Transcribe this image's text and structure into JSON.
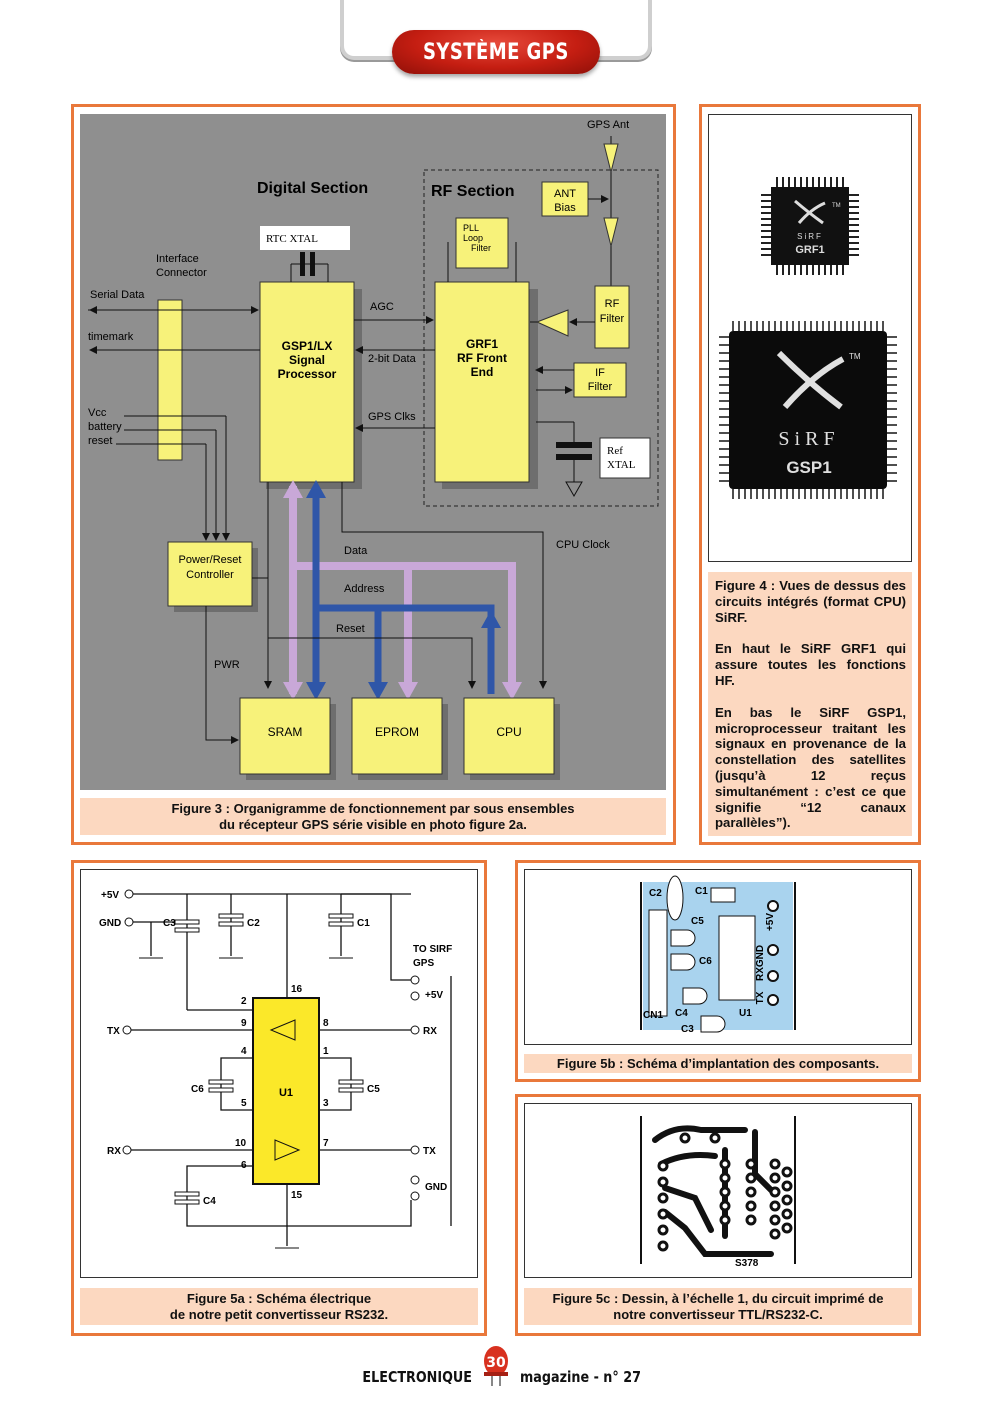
{
  "header": {
    "title": "SYSTÈME GPS"
  },
  "fig3": {
    "caption_line1": "Figure 3 : Organigramme de fonctionnement par sous ensembles",
    "caption_line2": "du récepteur GPS série visible en photo figure 2a.",
    "labels": {
      "digital_section": "Digital Section",
      "rf_section": "RF Section",
      "gps_ant": "GPS Ant",
      "ant_bias_1": "ANT",
      "ant_bias_2": "Bias",
      "rtc_xtal": "RTC XTAL",
      "pll_1": "PLL",
      "pll_2": "Loop",
      "pll_3": "Filter",
      "interface_1": "Interface",
      "interface_2": "Connector",
      "serial_data": "Serial Data",
      "timemark": "timemark",
      "vcc": "Vcc",
      "battery": "battery",
      "reset_in": "reset",
      "gsp_1": "GSP1/LX",
      "gsp_2": "Signal",
      "gsp_3": "Processor",
      "agc": "AGC",
      "two_bit": "2-bit Data",
      "gps_clks": "GPS Clks",
      "grf_1": "GRF1",
      "grf_2": "RF Front",
      "grf_3": "End",
      "rf_filter_1": "RF",
      "rf_filter_2": "Filter",
      "if_filter_1": "IF",
      "if_filter_2": "Filter",
      "ref_1": "Ref",
      "ref_2": "XTAL",
      "prc_1": "Power/Reset",
      "prc_2": "Controller",
      "data": "Data",
      "cpu_clock": "CPU Clock",
      "address": "Address",
      "reset_bus": "Reset",
      "pwr": "PWR",
      "sram": "SRAM",
      "eprom": "EPROM",
      "cpu": "CPU"
    }
  },
  "fig4": {
    "chip_top_tm": "TM",
    "chip_top_brand": "SiRF",
    "chip_top_name": "GRF1",
    "chip_bottom_tm": "TM",
    "chip_bottom_brand": "SiRF",
    "chip_bottom_name": "GSP1",
    "caption_p1": "Figure 4 : Vues de dessus des circuits intégrés (format CPU) SiRF.",
    "caption_p2": "En haut le SiRF GRF1 qui assure toutes les fonctions HF.",
    "caption_p3": "En bas le SiRF GSP1, microprocesseur traitant les signaux en provenance de la constellation des satellites (jusqu’à 12 reçus simultanément : c’est ce que signifie “12 canaux parallèles”)."
  },
  "fig5a": {
    "caption_line1": "Figure 5a : Schéma électrique",
    "caption_line2": "de notre petit convertisseur RS232.",
    "labels": {
      "p5v": "+5V",
      "gnd": "GND",
      "c1": "C1",
      "c2": "C2",
      "c3": "C3",
      "c4": "C4",
      "c5": "C5",
      "c6": "C6",
      "u1": "U1",
      "tx_in": "TX",
      "rx_in": "RX",
      "rx_out": "RX",
      "tx_out": "TX",
      "to_sirf_1": "TO SIRF",
      "to_sirf_2": "GPS",
      "p5v_out": "+5V",
      "gnd_out": "GND",
      "pins": [
        "16",
        "2",
        "9",
        "8",
        "4",
        "1",
        "5",
        "3",
        "10",
        "7",
        "6",
        "15"
      ]
    }
  },
  "fig5b": {
    "caption": "Figure 5b : Schéma d’implantation des composants.",
    "labels": {
      "c2": "C2",
      "c1": "C1",
      "c5": "C5",
      "c6": "C6",
      "c4": "C4",
      "c3": "C3",
      "cn1": "CN1",
      "u1": "U1",
      "p5v": "+5V",
      "gnd": "GND",
      "rx": "RX",
      "tx": "TX"
    }
  },
  "fig5c": {
    "caption_line1": "Figure 5c : Dessin, à l’échelle 1, du circuit imprimé de",
    "caption_line2": "notre convertisseur TTL/RS232-C.",
    "pcb_ref": "S378"
  },
  "footer": {
    "left": "ELECTRONIQUE",
    "page": "30",
    "right": "magazine - n° 27"
  },
  "colors": {
    "border_orange": "#e9783b",
    "caption_bg": "#fcd8c0",
    "diagram_bg": "#8f8f8f",
    "block_yellow": "#f7f27a",
    "bus_purple": "#c9a8d8",
    "bus_blue": "#2f56a8",
    "chip_yellow": "#fbe829",
    "pcb_blue": "#a9d3ee"
  }
}
